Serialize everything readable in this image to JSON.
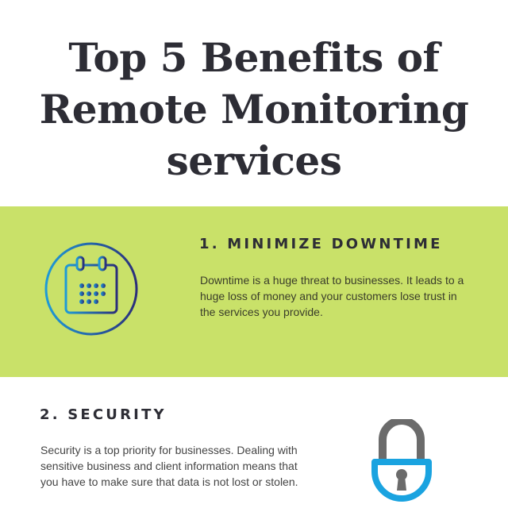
{
  "title": {
    "line1": "Top 5 Benefits of",
    "line2": "Remote Monitoring",
    "line3": "services"
  },
  "colors": {
    "band": "#c9e169",
    "heading": "#2d2d35",
    "lock_body": "#1aa3e0",
    "lock_shackle": "#6b6b6b",
    "calendar_gradient_start": "#1e9bd7",
    "calendar_gradient_end": "#2b2e7a"
  },
  "sections": [
    {
      "heading": "1. MINIMIZE DOWNTIME",
      "body": "Downtime is a huge threat to businesses. It leads to a huge loss of money and your customers lose trust in the services you provide.",
      "icon": "calendar-icon"
    },
    {
      "heading": "2. SECURITY",
      "body": "Security is a top priority for businesses. Dealing with sensitive business and client information means that you have to make sure that data is not lost or stolen.",
      "icon": "padlock-icon"
    }
  ]
}
